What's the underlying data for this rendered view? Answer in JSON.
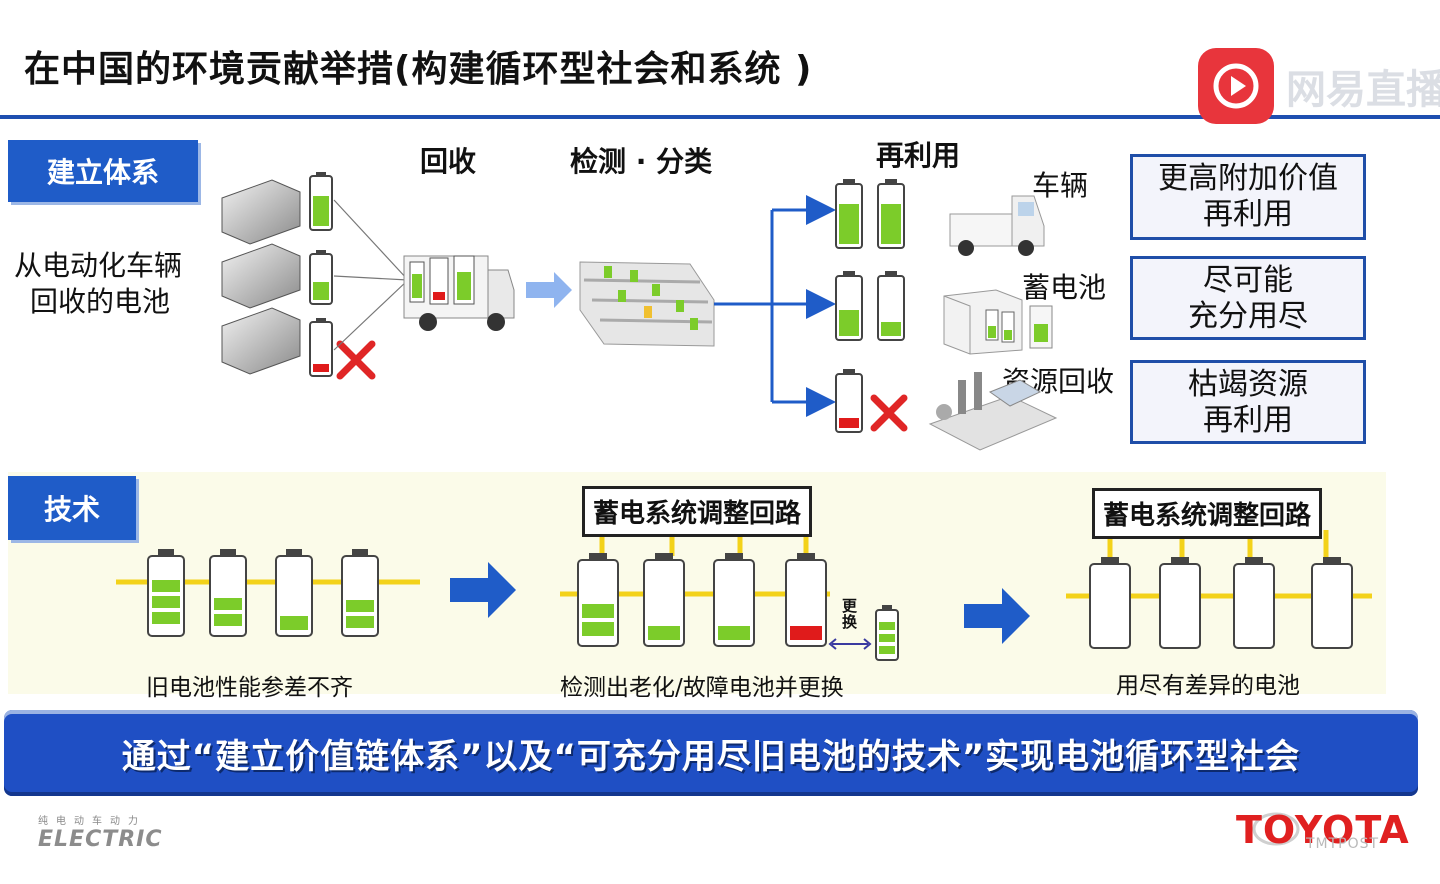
{
  "title": "在中国的环境贡献举措(构建循环型社会和系统 )",
  "watermark": {
    "text": "网易直播"
  },
  "section1": {
    "tag": "建立体系",
    "source_label_line1": "从电动化车辆",
    "source_label_line2": "回收的电池",
    "step_recycle": "回收",
    "step_sort": "检测 · 分类",
    "step_reuse": "再利用",
    "branches": [
      {
        "label": "车辆",
        "value_line1": "更高附加价值",
        "value_line2": "再利用"
      },
      {
        "label": "蓄电池",
        "value_line1": "尽可能",
        "value_line2": "充分用尽"
      },
      {
        "label": "资源回收",
        "value_line1": "枯竭资源",
        "value_line2": "再利用"
      }
    ]
  },
  "section2": {
    "tag": "技术",
    "circuit_label_1": "蓄电系统调整回路",
    "circuit_label_2": "蓄电系统调整回路",
    "caption_1": "旧电池性能参差不齐",
    "caption_2": "检测出老化/故障电池并更换",
    "caption_3": "用尽有差异的电池",
    "replace_line1": "更",
    "replace_line2": "换"
  },
  "banner": "通过“建立价值链体系”以及“可充分用尽旧电池的技术”实现电池循环型社会",
  "footer": {
    "small": "纯电动车动力",
    "electric": "ELECTRIC",
    "brand": "TOYOTA",
    "watermark": "TMTPOST"
  },
  "colors": {
    "accent_blue": "#1f5cc8",
    "battery_green": "#7ccc2a",
    "battery_red": "#e01b1b",
    "circuit_yellow": "#f3d21a",
    "cross_red": "#e02626"
  }
}
